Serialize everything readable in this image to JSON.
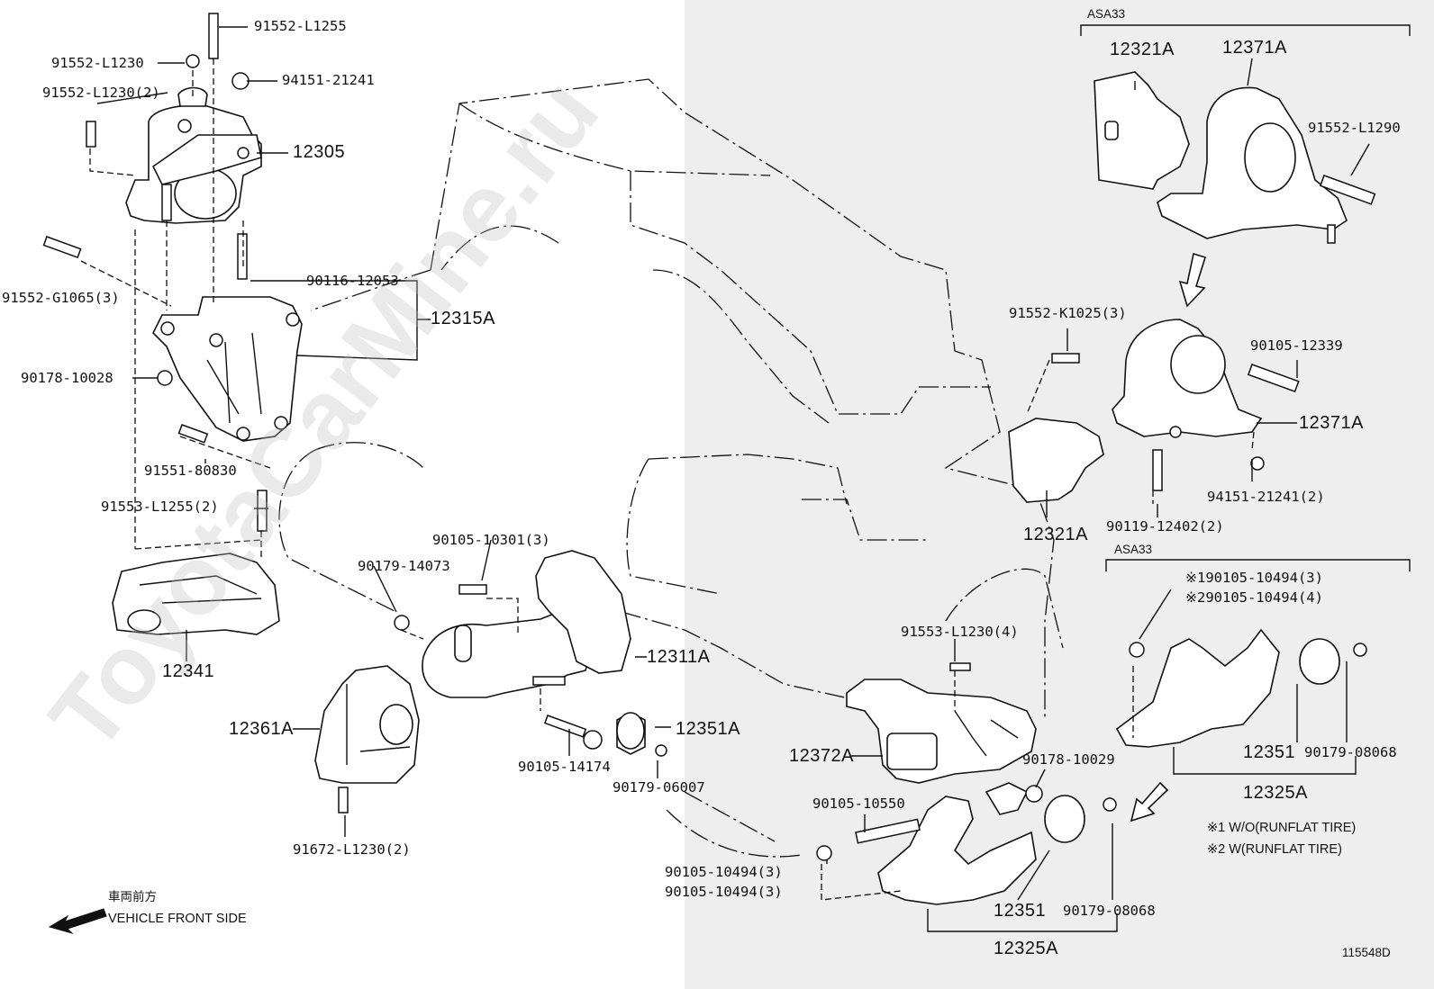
{
  "diagram_id": "115548D",
  "watermark": "ToyotaCarMine.ru",
  "direction": {
    "arrow_icon": "arrow-left-icon",
    "label_jp": "車両前方",
    "label_en": "VEHICLE FRONT SIDE"
  },
  "groups": {
    "asa33_top": "ASA33",
    "asa33_bottom": "ASA33"
  },
  "notes": {
    "note1": "※1 W/O(RUNFLAT TIRE)",
    "note2": "※2 W(RUNFLAT TIRE)"
  },
  "labels": {
    "p91552_L1255": "91552-L1255",
    "p91552_L1230": "91552-L1230",
    "p91552_L1230_2": "91552-L1230(2)",
    "p94151_21241": "94151-21241",
    "p12305": "12305",
    "p91552_G1065": "91552-G1065(3)",
    "p90116_12053": "90116-12053",
    "p12315A": "12315A",
    "p90178_10028": "90178-10028",
    "p91551_80830": "91551-80830",
    "p91553_L1255": "91553-L1255(2)",
    "p12341": "12341",
    "p90179_14073": "90179-14073",
    "p90105_10301": "90105-10301(3)",
    "p12311A": "12311A",
    "p12361A": "12361A",
    "p12351A": "12351A",
    "p90105_14174": "90105-14174",
    "p90179_06007": "90179-06007",
    "p91672_L1230": "91672-L1230(2)",
    "p12321A_top": "12321A",
    "p12371A_top": "12371A",
    "p91552_L1290": "91552-L1290",
    "p91552_K1025": "91552-K1025(3)",
    "p90105_12339": "90105-12339",
    "p12371A": "12371A",
    "p94151_21241_2": "94151-21241(2)",
    "p90119_12402": "90119-12402(2)",
    "p12321A": "12321A",
    "p90105_10494_n1": "※190105-10494(3)",
    "p90105_10494_n2": "※290105-10494(4)",
    "p12351_r": "12351",
    "p90179_08068_r": "90179-08068",
    "p12325A_r": "12325A",
    "p91553_L1230": "91553-L1230(4)",
    "p12372A": "12372A",
    "p90178_10029": "90178-10029",
    "p90105_10550": "90105-10550",
    "p90105_10494_a": "90105-10494(3)",
    "p90105_10494_b": "90105-10494(3)",
    "p12351_b": "12351",
    "p90179_08068_b": "90179-08068",
    "p12325A_b": "12325A"
  }
}
